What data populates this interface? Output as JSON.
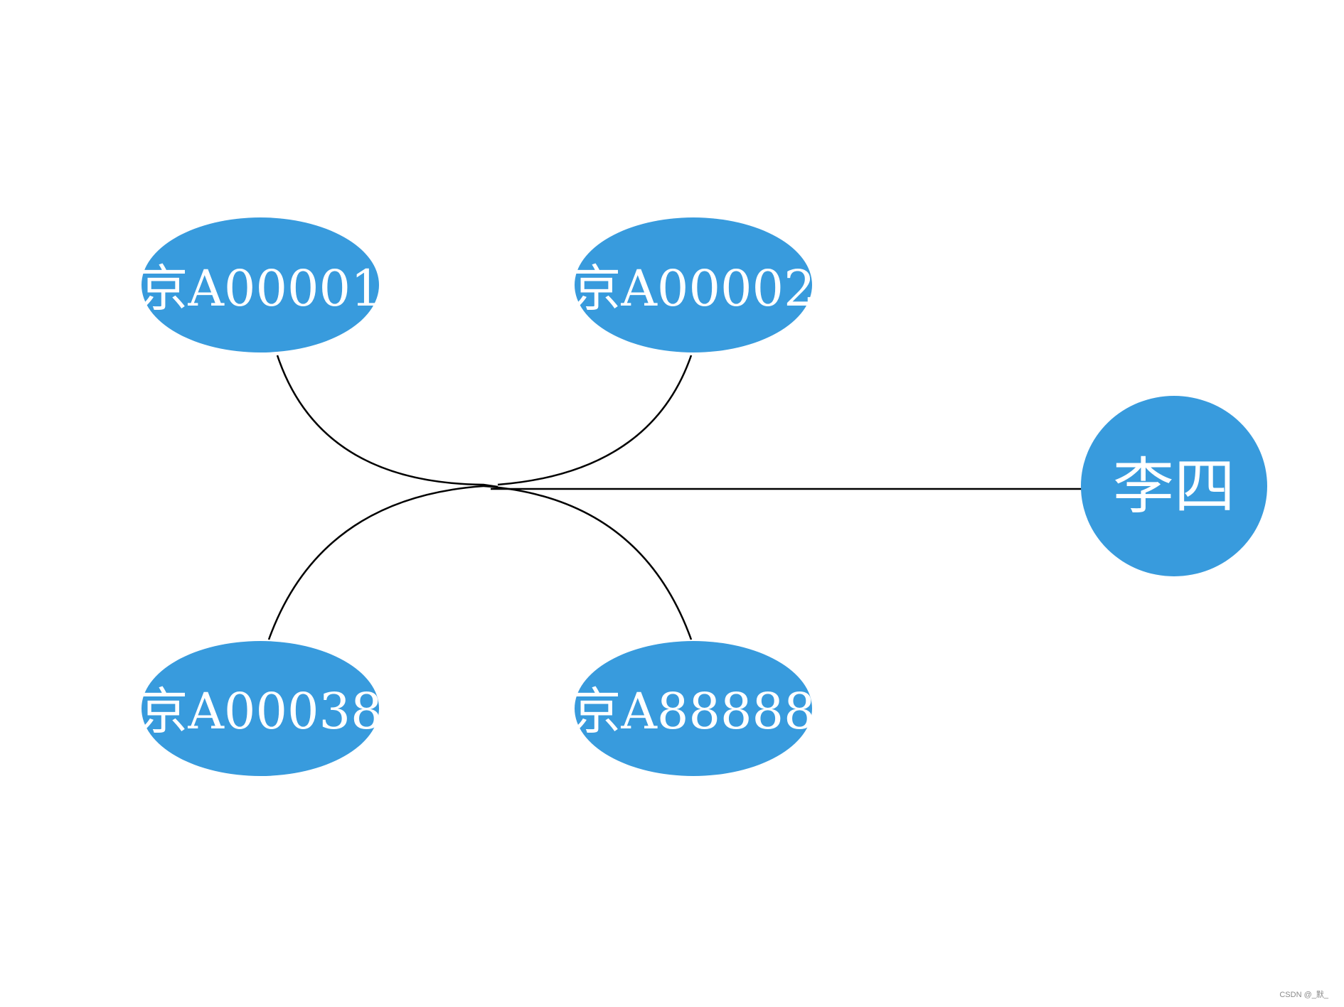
{
  "colors": {
    "node_fill": "#389bdd",
    "edge": "#000000",
    "text": "#ffffff"
  },
  "nodes": [
    {
      "id": "plate-1",
      "label": "京A00001"
    },
    {
      "id": "plate-2",
      "label": "京A00002"
    },
    {
      "id": "plate-38",
      "label": "京A00038"
    },
    {
      "id": "plate-8",
      "label": "京A88888"
    },
    {
      "id": "owner",
      "label": "李四"
    }
  ],
  "edges": [
    {
      "from": "plate-1",
      "to": "owner"
    },
    {
      "from": "plate-2",
      "to": "owner"
    },
    {
      "from": "plate-38",
      "to": "owner"
    },
    {
      "from": "plate-8",
      "to": "owner"
    }
  ],
  "watermark": "CSDN @_默_"
}
